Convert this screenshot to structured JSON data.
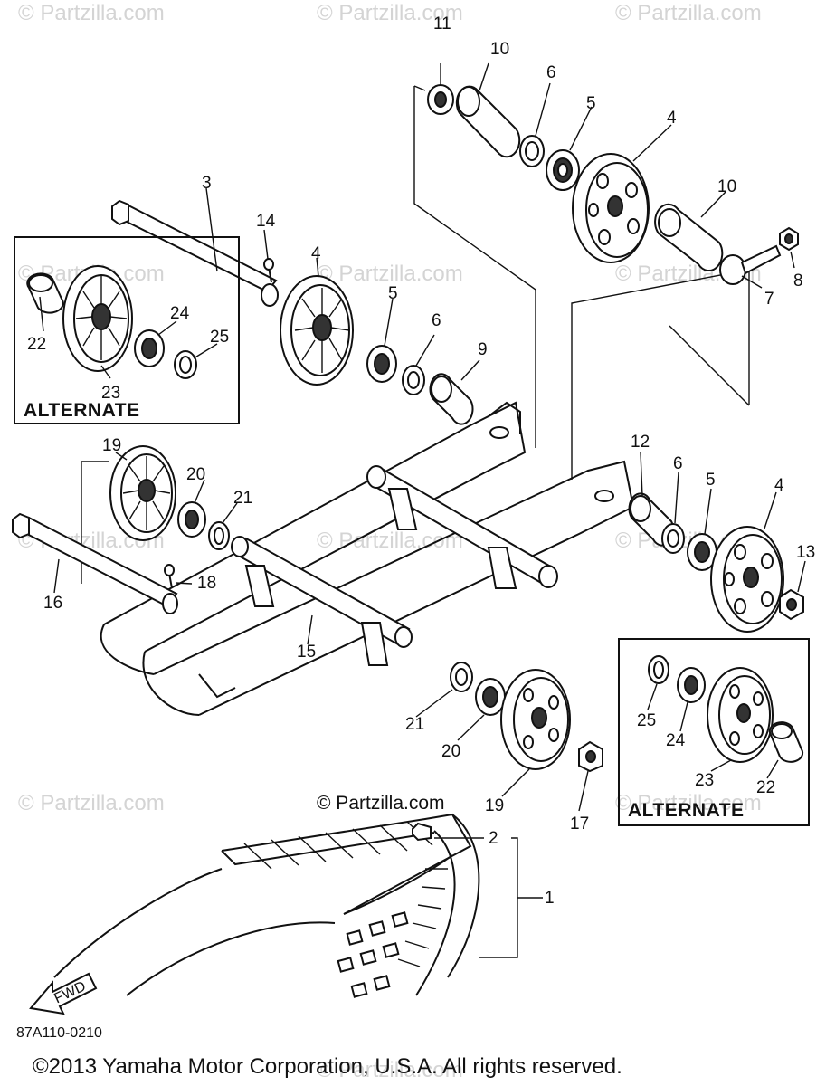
{
  "watermarks": [
    {
      "id": "wm-1",
      "text": "© Partzilla.com"
    },
    {
      "id": "wm-2",
      "text": "© Partzilla.com"
    },
    {
      "id": "wm-3",
      "text": "© Partzilla.com"
    },
    {
      "id": "wm-4",
      "text": "© Partzilla.com"
    },
    {
      "id": "wm-5",
      "text": "© Partzilla.com"
    },
    {
      "id": "wm-6",
      "text": "© Partzilla.com"
    },
    {
      "id": "wm-7",
      "text": "© Partzilla.com"
    },
    {
      "id": "wm-8",
      "text": "© Partzilla.com"
    },
    {
      "id": "wm-9",
      "text": "© Partzilla.com"
    },
    {
      "id": "wm-10",
      "text": "© Partzilla.com"
    },
    {
      "id": "wm-11",
      "text": "© Partzilla.com"
    },
    {
      "id": "wm-12",
      "text": "© Partzilla.com"
    }
  ],
  "callouts": {
    "c1": "1",
    "c2": "2",
    "c3": "3",
    "c4a": "4",
    "c4b": "4",
    "c4c": "4",
    "c5a": "5",
    "c5b": "5",
    "c5c": "5",
    "c6a": "6",
    "c6b": "6",
    "c6c": "6",
    "c7": "7",
    "c8": "8",
    "c9": "9",
    "c10a": "10",
    "c10b": "10",
    "c11": "11",
    "c12": "12",
    "c13": "13",
    "c14": "14",
    "c15": "15",
    "c16": "16",
    "c17": "17",
    "c18": "18",
    "c19a": "19",
    "c19b": "19",
    "c20a": "20",
    "c20b": "20",
    "c21a": "21",
    "c21b": "21",
    "c22a": "22",
    "c22b": "22",
    "c23a": "23",
    "c23b": "23",
    "c24a": "24",
    "c24b": "24",
    "c25a": "25",
    "c25b": "25"
  },
  "alternate_labels": [
    "ALTERNATE",
    "ALTERNATE"
  ],
  "center_credit": "© Partzilla.com",
  "fwd_label": "FWD",
  "diagram_code": "87A110-0210",
  "copyright": "©2013 Yamaha Motor Corporation, U.S.A. All rights reserved."
}
